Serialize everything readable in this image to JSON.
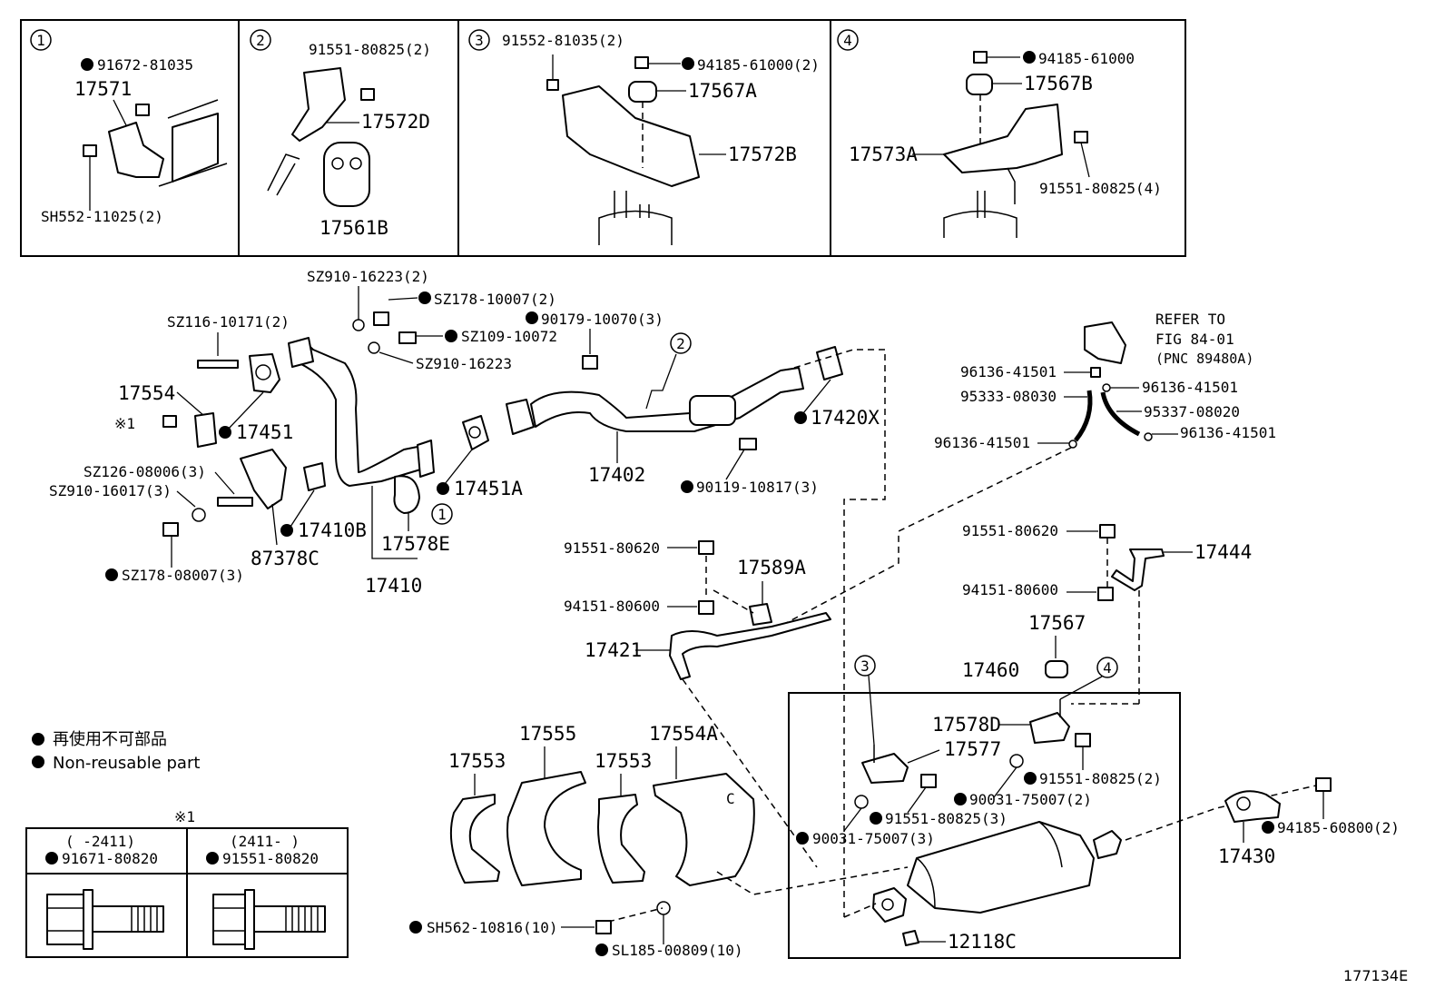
{
  "diagram_id": "177134E",
  "inset_1": {
    "num": "1",
    "labels": [
      "91672-81035",
      "17571",
      "SH552-11025(2)"
    ]
  },
  "inset_2": {
    "num": "2",
    "labels": [
      "91551-80825(2)",
      "17572D",
      "17561B"
    ]
  },
  "inset_3": {
    "num": "3",
    "labels": [
      "91552-81035(2)",
      "94185-61000(2)",
      "17567A",
      "17572B"
    ]
  },
  "inset_4": {
    "num": "4",
    "labels": [
      "94185-61000",
      "17567B",
      "17573A",
      "91551-80825(4)"
    ]
  },
  "front_pipe": {
    "labels": [
      "SZ910-16223(2)",
      "SZ178-10007(2)",
      "SZ116-10171(2)",
      "SZ109-10072",
      "SZ910-16223",
      "17554",
      "※1",
      "17451",
      "SZ126-08006(3)",
      "SZ910-16017(3)",
      "SZ178-08007(3)",
      "87378C",
      "17410B",
      "17578E",
      "17410",
      "17451A",
      "1"
    ]
  },
  "center_pipe": {
    "labels": [
      "90179-10070(3)",
      "2",
      "17420X",
      "17402",
      "90119-10817(3)"
    ]
  },
  "sensor": {
    "labels": [
      "REFER TO",
      "FIG 84-01",
      "(PNC 89480A)",
      "96136-41501",
      "96136-41501",
      "95333-08030",
      "95337-08020",
      "96136-41501",
      "96136-41501"
    ]
  },
  "brackets": {
    "labels": [
      "91551-80620",
      "17589A",
      "94151-80600",
      "17421",
      "91551-80620",
      "17444",
      "94151-80600",
      "17567"
    ]
  },
  "dpf": {
    "labels": [
      "17460",
      "3",
      "4",
      "17578D",
      "17577",
      "91551-80825(2)",
      "90031-75007(2)",
      "91551-80825(3)",
      "90031-75007(3)",
      "12118C",
      "94185-60800(2)",
      "17430"
    ]
  },
  "insulators": {
    "labels": [
      "17555",
      "17554A",
      "17553",
      "17553",
      "SH562-10816(10)",
      "SL185-00809(10)"
    ]
  },
  "legend": {
    "line1": "再使用不可部品",
    "line2": "Non-reusable part"
  },
  "bolt_table": {
    "title": "※1",
    "col1_range": "(    -2411)",
    "col1_part": "91671-80820",
    "col2_range": "(2411-     )",
    "col2_part": "91551-80820"
  }
}
